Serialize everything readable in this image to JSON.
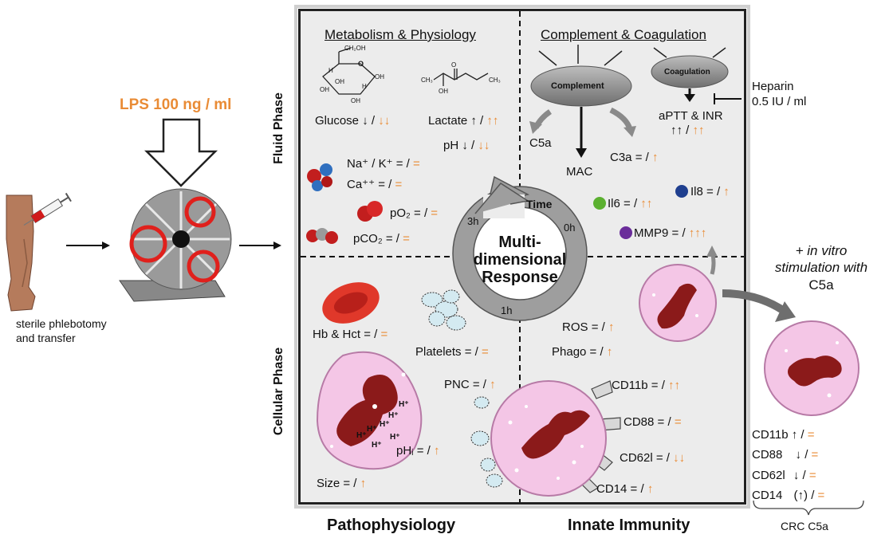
{
  "left": {
    "lps_label": "LPS 100 ng / ml",
    "phlebotomy_line1": "sterile phlebotomy",
    "phlebotomy_line2": "and transfer"
  },
  "phases": {
    "fluid": "Fluid Phase",
    "cellular": "Cellular Phase"
  },
  "metabolism": {
    "title": "Metabolism & Physiology",
    "glucose": {
      "name": "Glucose",
      "a": "↓ /",
      "b": "↓↓"
    },
    "lactate": {
      "name": "Lactate",
      "a": "↑ /",
      "b": "↑↑"
    },
    "ph": {
      "name": "pH",
      "a": "↓ /",
      "b": "↓↓"
    },
    "na_k": {
      "name": "Na⁺ / K⁺",
      "a": "= /",
      "b": "="
    },
    "ca": {
      "name": "Ca⁺⁺",
      "a": "= /",
      "b": "="
    },
    "po2": {
      "name": "pO₂",
      "a": "= /",
      "b": "="
    },
    "pco2": {
      "name": "pCO₂",
      "a": "= /",
      "b": "="
    },
    "sugar_ch2oh": "CH₂OH",
    "sugar_h": "H",
    "sugar_oh": "OH",
    "sugar_o": "O",
    "lactate_ch3": "CH₃",
    "lactate_o": "O",
    "lactate_oh": "OH"
  },
  "complement": {
    "title": "Complement & Coagulation",
    "complement_label": "Complement",
    "coagulation_label": "Coagulation",
    "heparin_line1": "Heparin",
    "heparin_line2": "0.5 IU / ml",
    "aptt": "aPTT & INR",
    "aptt_a": "↑↑ /",
    "aptt_b": "↑↑",
    "c5a": "C5a",
    "mac": "MAC",
    "c3a": {
      "name": "C3a",
      "a": "= /",
      "b": "↑"
    },
    "il6": {
      "name": "Il6",
      "a": "= /",
      "b": "↑↑"
    },
    "il8": {
      "name": "Il8",
      "a": "= /",
      "b": "↑"
    },
    "mmp9": {
      "name": "MMP9",
      "a": "= /",
      "b": "↑↑↑"
    }
  },
  "center": {
    "time": "Time",
    "h0": "0h",
    "h1": "1h",
    "h3": "3h",
    "line1": "Multi-",
    "line2": "dimensional",
    "line3": "Response"
  },
  "patho": {
    "title": "Pathophysiology",
    "hb": {
      "name": "Hb & Hct",
      "a": "= /",
      "b": "="
    },
    "platelets": {
      "name": "Platelets",
      "a": "= /",
      "b": "="
    },
    "pnc": {
      "name": "PNC",
      "a": "= /",
      "b": "↑"
    },
    "phi": {
      "name": "pHᵢ",
      "a": "= /",
      "b": "↑"
    },
    "size": {
      "name": "Size",
      "a": "= /",
      "b": "↑"
    },
    "hplus": "H⁺"
  },
  "innate": {
    "title": "Innate Immunity",
    "ros": {
      "name": "ROS",
      "a": "= /",
      "b": "↑"
    },
    "phago": {
      "name": "Phago",
      "a": "= /",
      "b": "↑"
    },
    "cd11b": {
      "name": "CD11b",
      "a": "= /",
      "b": "↑↑"
    },
    "cd88": {
      "name": "CD88",
      "a": "= /",
      "b": "="
    },
    "cd62l": {
      "name": "CD62l",
      "a": "= /",
      "b": "↓↓"
    },
    "cd14": {
      "name": "CD14",
      "a": "= /",
      "b": "↑"
    }
  },
  "invitro": {
    "line1": "+ in vitro",
    "line2": "stimulation with",
    "line3": "C5a",
    "cd11b": {
      "name": "CD11b",
      "a": "↑ /",
      "b": "="
    },
    "cd88": {
      "name": "CD88",
      "a": "↓ /",
      "b": "="
    },
    "cd62l": {
      "name": "CD62l",
      "a": "↓ /",
      "b": "="
    },
    "cd14": {
      "name": "CD14",
      "a": "(↑) /",
      "b": "="
    },
    "crc": "CRC C5a"
  },
  "colors": {
    "orange": "#E98B35",
    "panel_bg": "#ECECEC",
    "cell_pink": "#F4C6E6",
    "nucleus": "#8B1A1A",
    "il6_dot": "#5BB030",
    "il8_dot": "#1F3F8F",
    "mmp9_dot": "#6A2C9A"
  }
}
